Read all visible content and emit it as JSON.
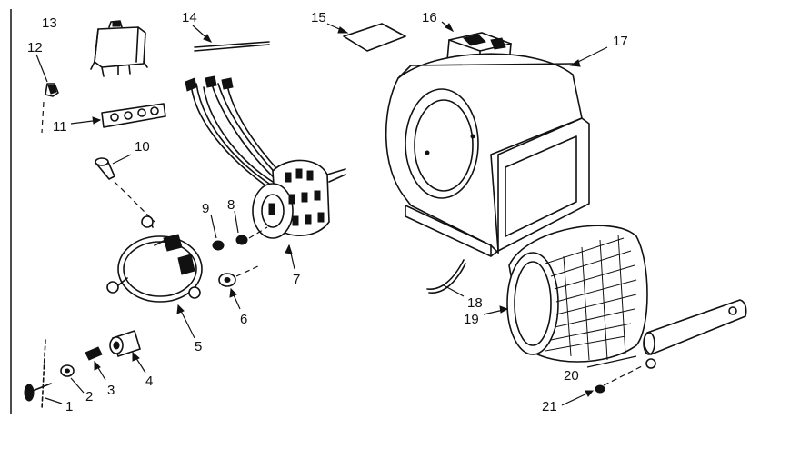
{
  "diagram": {
    "callouts": [
      {
        "id": 1,
        "label": "1"
      },
      {
        "id": 2,
        "label": "2"
      },
      {
        "id": 3,
        "label": "3"
      },
      {
        "id": 4,
        "label": "4"
      },
      {
        "id": 5,
        "label": "5"
      },
      {
        "id": 6,
        "label": "6"
      },
      {
        "id": 7,
        "label": "7"
      },
      {
        "id": 8,
        "label": "8"
      },
      {
        "id": 9,
        "label": "9"
      },
      {
        "id": 10,
        "label": "10"
      },
      {
        "id": 11,
        "label": "11"
      },
      {
        "id": 12,
        "label": "12"
      },
      {
        "id": 13,
        "label": "13"
      },
      {
        "id": 14,
        "label": "14"
      },
      {
        "id": 15,
        "label": "15"
      },
      {
        "id": 16,
        "label": "16"
      },
      {
        "id": 17,
        "label": "17"
      },
      {
        "id": 18,
        "label": "18"
      },
      {
        "id": 19,
        "label": "19"
      },
      {
        "id": 20,
        "label": "20"
      },
      {
        "id": 21,
        "label": "21"
      }
    ]
  }
}
